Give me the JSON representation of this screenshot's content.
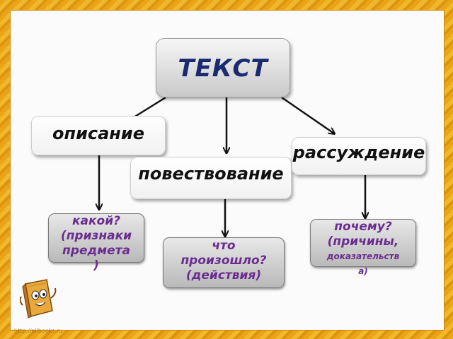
{
  "title": "ТЕКСТ",
  "types": {
    "opisanie": "описание",
    "povestvovanie": "повествование",
    "rassuzhdenie": "рассуждение"
  },
  "questions": {
    "opisanie": [
      "какой?",
      "(признаки",
      "предмета",
      ")"
    ],
    "povestvovanie": [
      "что",
      "произошло?",
      "(действия)"
    ],
    "rassuzhdenie": [
      "почему?",
      "(причины,",
      "доказательств",
      "а)"
    ]
  },
  "watermark": "http://allbooks.ru",
  "colors": {
    "frame": "#e9a418",
    "title_text": "#1a2a6e",
    "question_text": "#6a2d8f"
  },
  "icons": [
    "cartoon-book-icon"
  ]
}
